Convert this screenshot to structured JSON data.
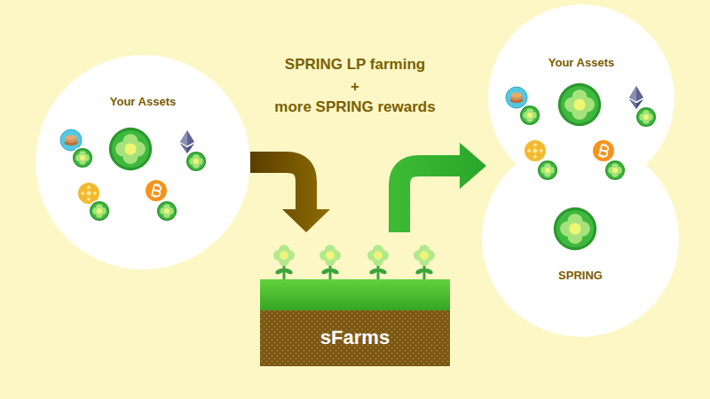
{
  "diagram": {
    "nodes": [
      {
        "text": [
          "Your Assets"
        ]
      },
      {
        "text": [
          "sFarms"
        ]
      },
      {
        "text": [
          "Your Assets"
        ]
      },
      {
        "text": [
          "SPRING"
        ]
      }
    ],
    "edges": [
      {
        "from": 0,
        "to": 1,
        "arrow": "to"
      },
      {
        "from": 1,
        "to": 2,
        "arrow": "to"
      }
    ],
    "labels": [
      "SPRING LP farming",
      "+",
      "more SPRING rewards"
    ]
  }
}
